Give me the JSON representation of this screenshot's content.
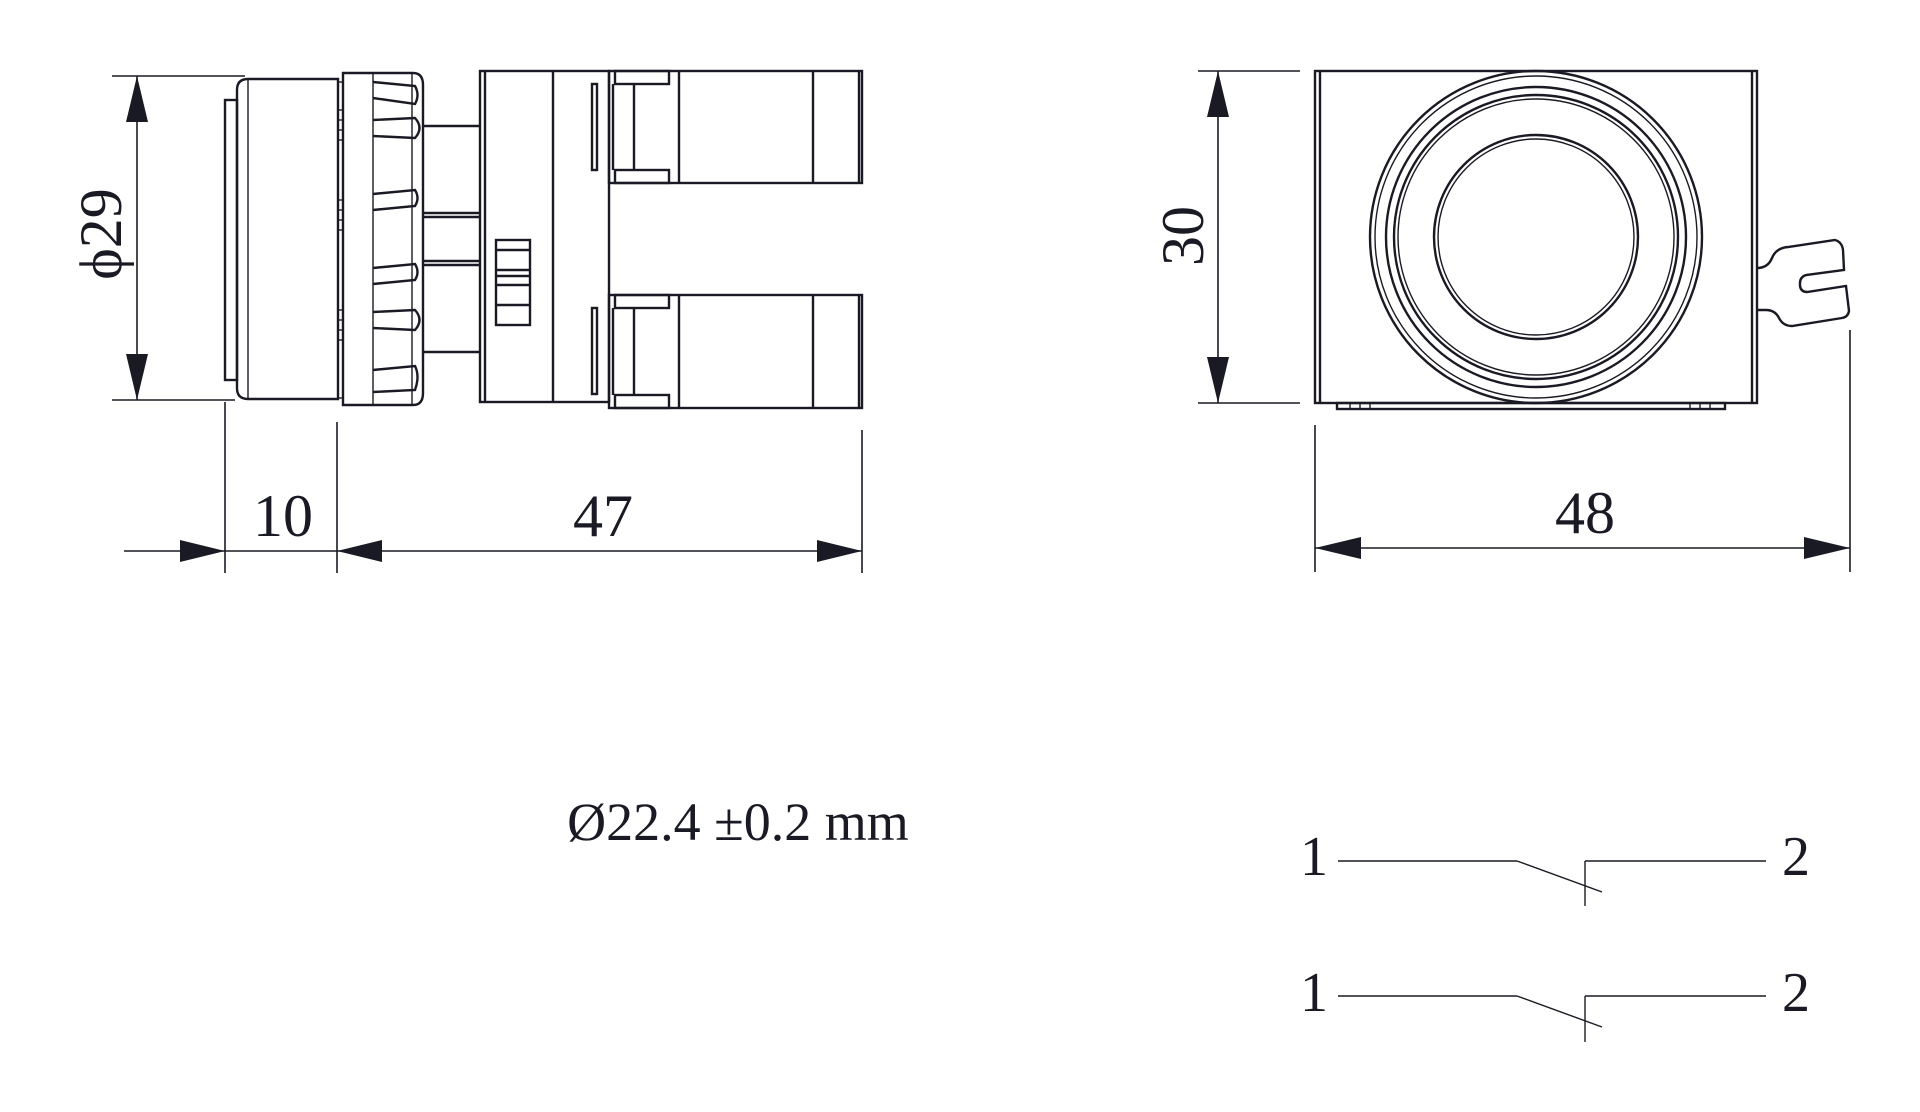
{
  "drawing": {
    "colors": {
      "line": "#1a1a24",
      "background": "#ffffff"
    },
    "side_view": {
      "diameter_label": "ϕ29",
      "front_depth_label": "10",
      "body_depth_label": "47"
    },
    "front_view": {
      "height_label": "30",
      "width_label": "48"
    },
    "mounting_hole": {
      "label": "Ø22.4 ±0.2 mm"
    },
    "contact_symbols": [
      {
        "terminal_left": "1",
        "terminal_right": "2",
        "type": "normally-open"
      },
      {
        "terminal_left": "1",
        "terminal_right": "2",
        "type": "normally-open"
      }
    ]
  }
}
